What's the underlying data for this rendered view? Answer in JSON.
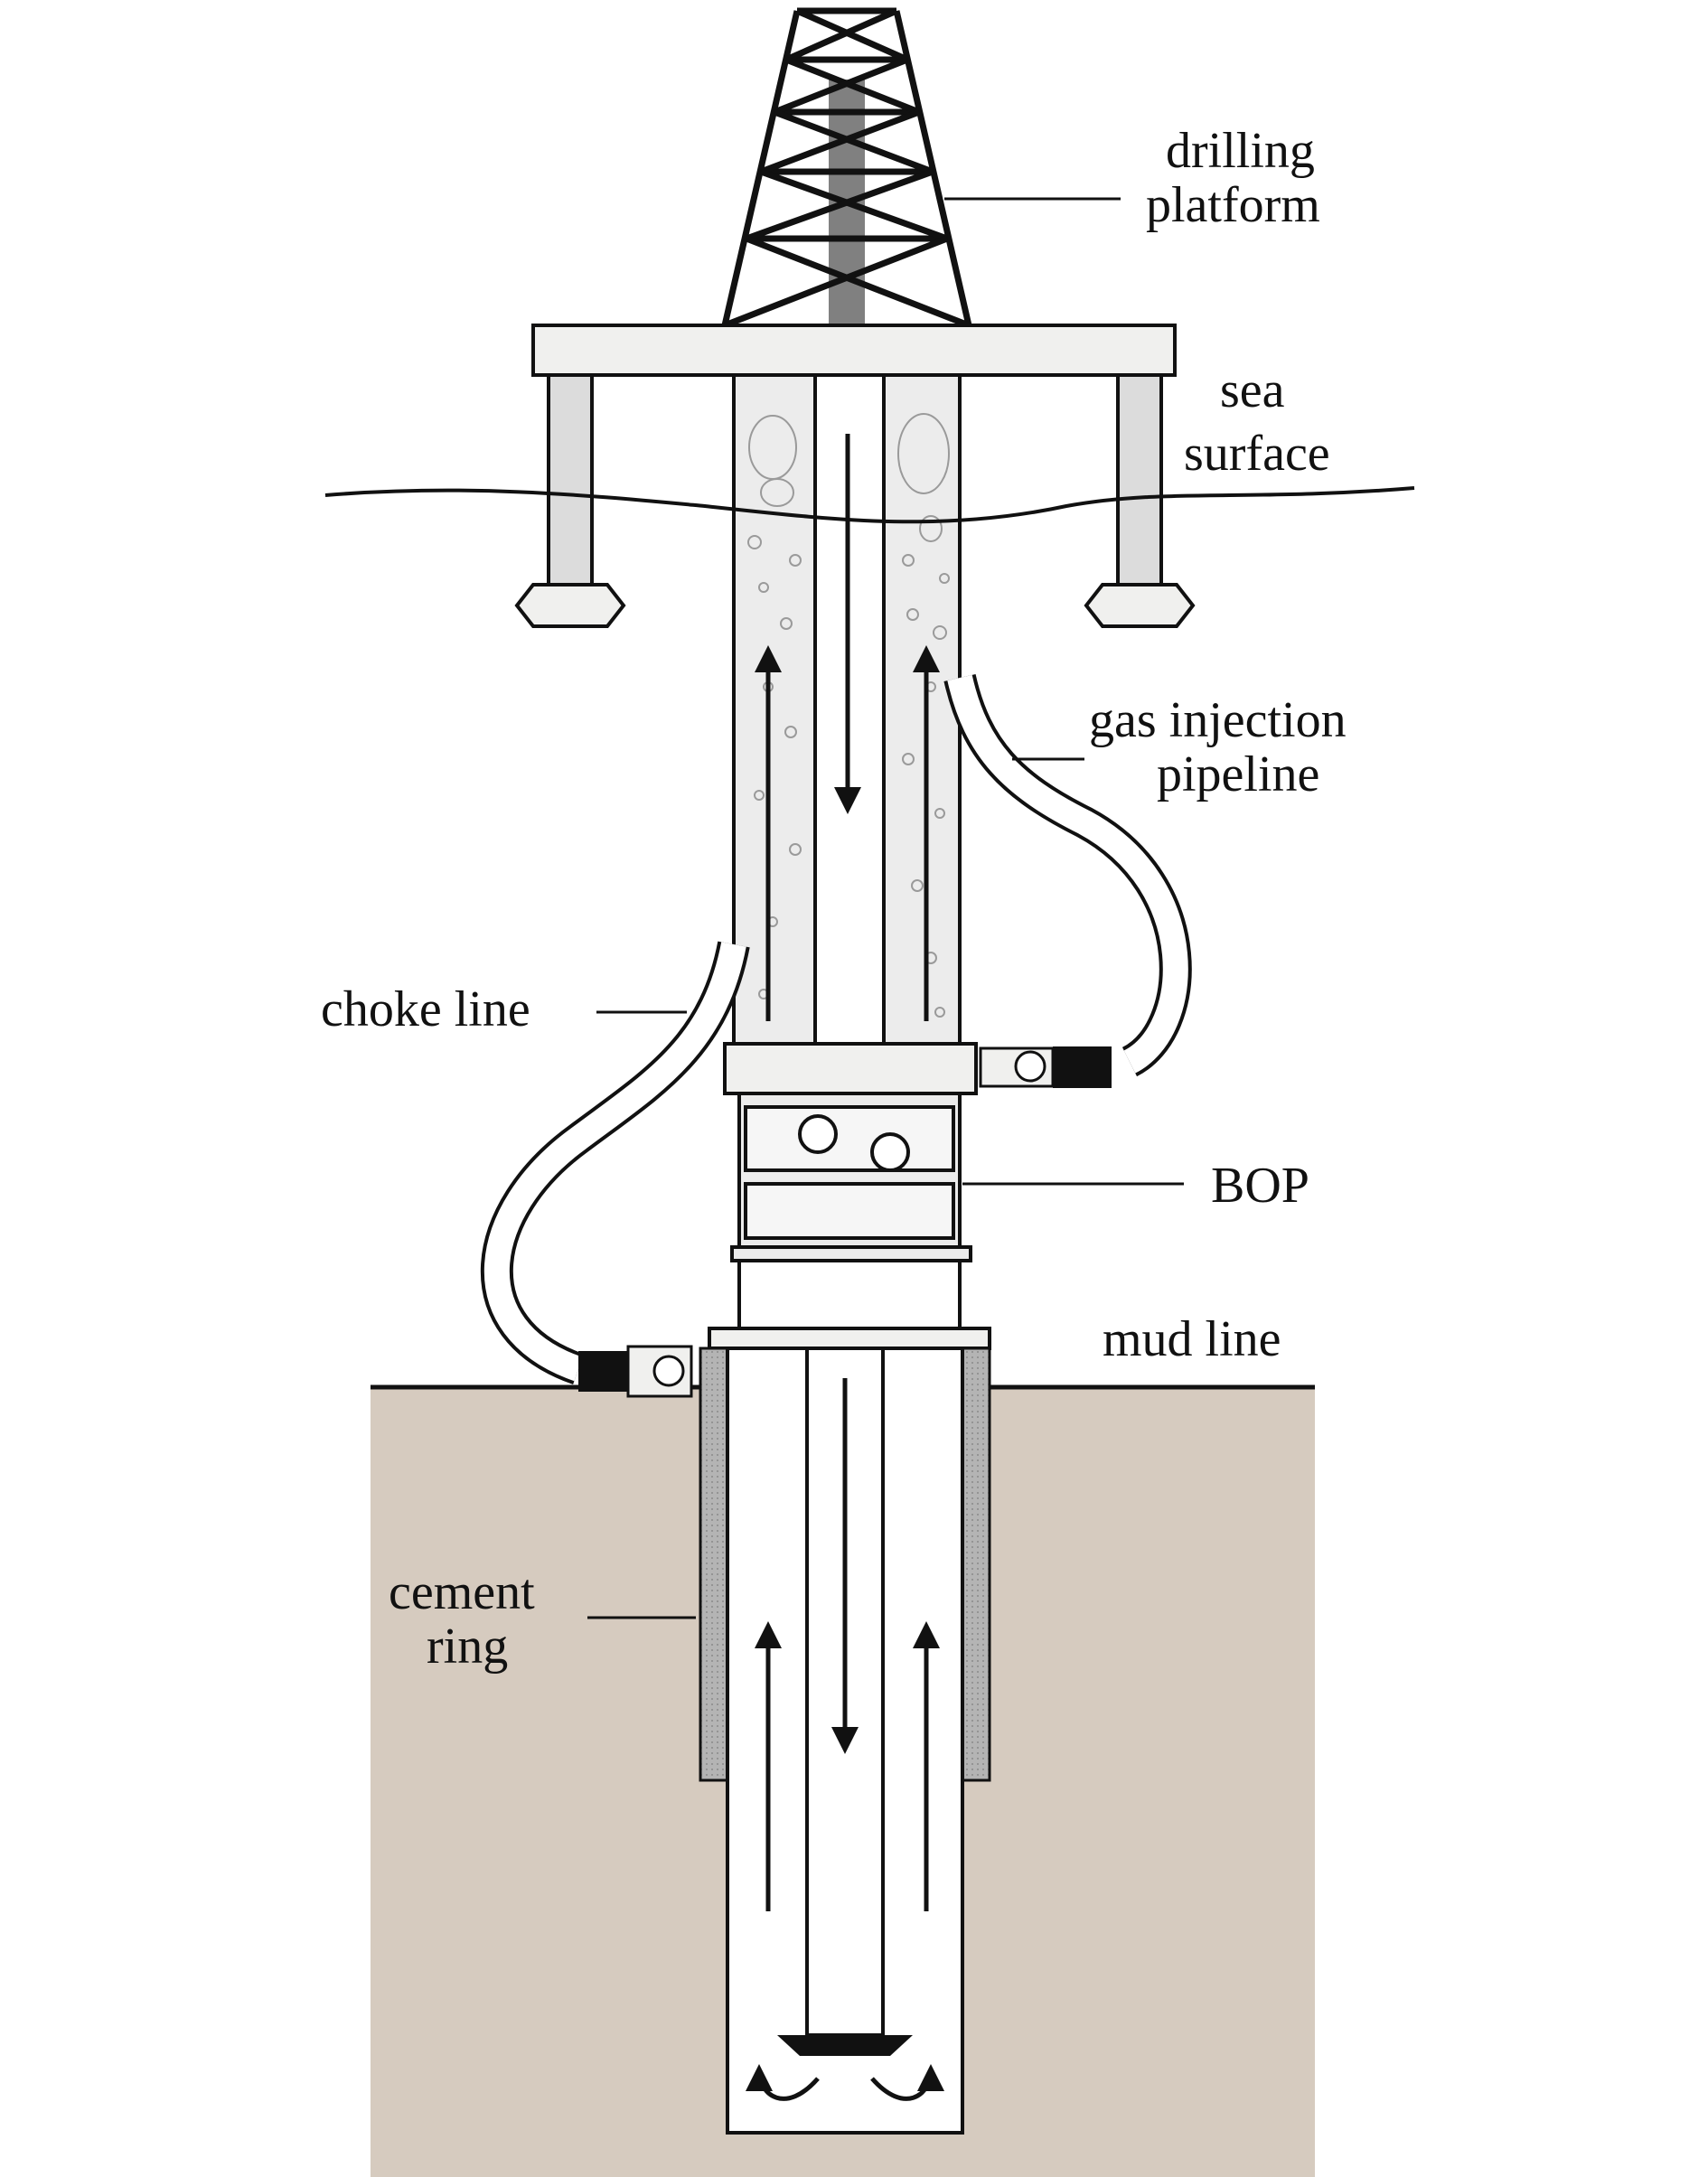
{
  "labels": {
    "drilling_platform": [
      "drilling",
      "platform"
    ],
    "sea_surface": [
      "sea",
      "surface"
    ],
    "gas_injection_pipeline": [
      "gas injection",
      "pipeline"
    ],
    "choke_line": "choke line",
    "bop": "BOP",
    "mud_line": "mud line",
    "cement_ring": [
      "cement",
      "ring"
    ]
  },
  "colors": {
    "seabed": "#d6cbbf",
    "platform_fill": "#f0f0ee",
    "leg_fill": "#dcdcdc",
    "drill_string": "#808080",
    "cement": "#a9a9a9",
    "outline": "#111111"
  }
}
